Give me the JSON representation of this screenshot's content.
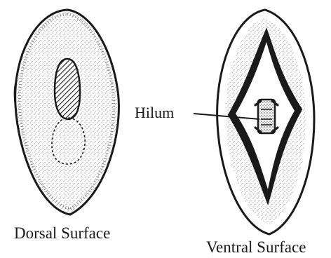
{
  "figure": {
    "hilum_label": "Hilum",
    "dorsal_caption": "Dorsal Surface",
    "ventral_caption": "Ventral Surface",
    "ink_color": "#1a1a1a",
    "paper_color": "#ffffff"
  }
}
